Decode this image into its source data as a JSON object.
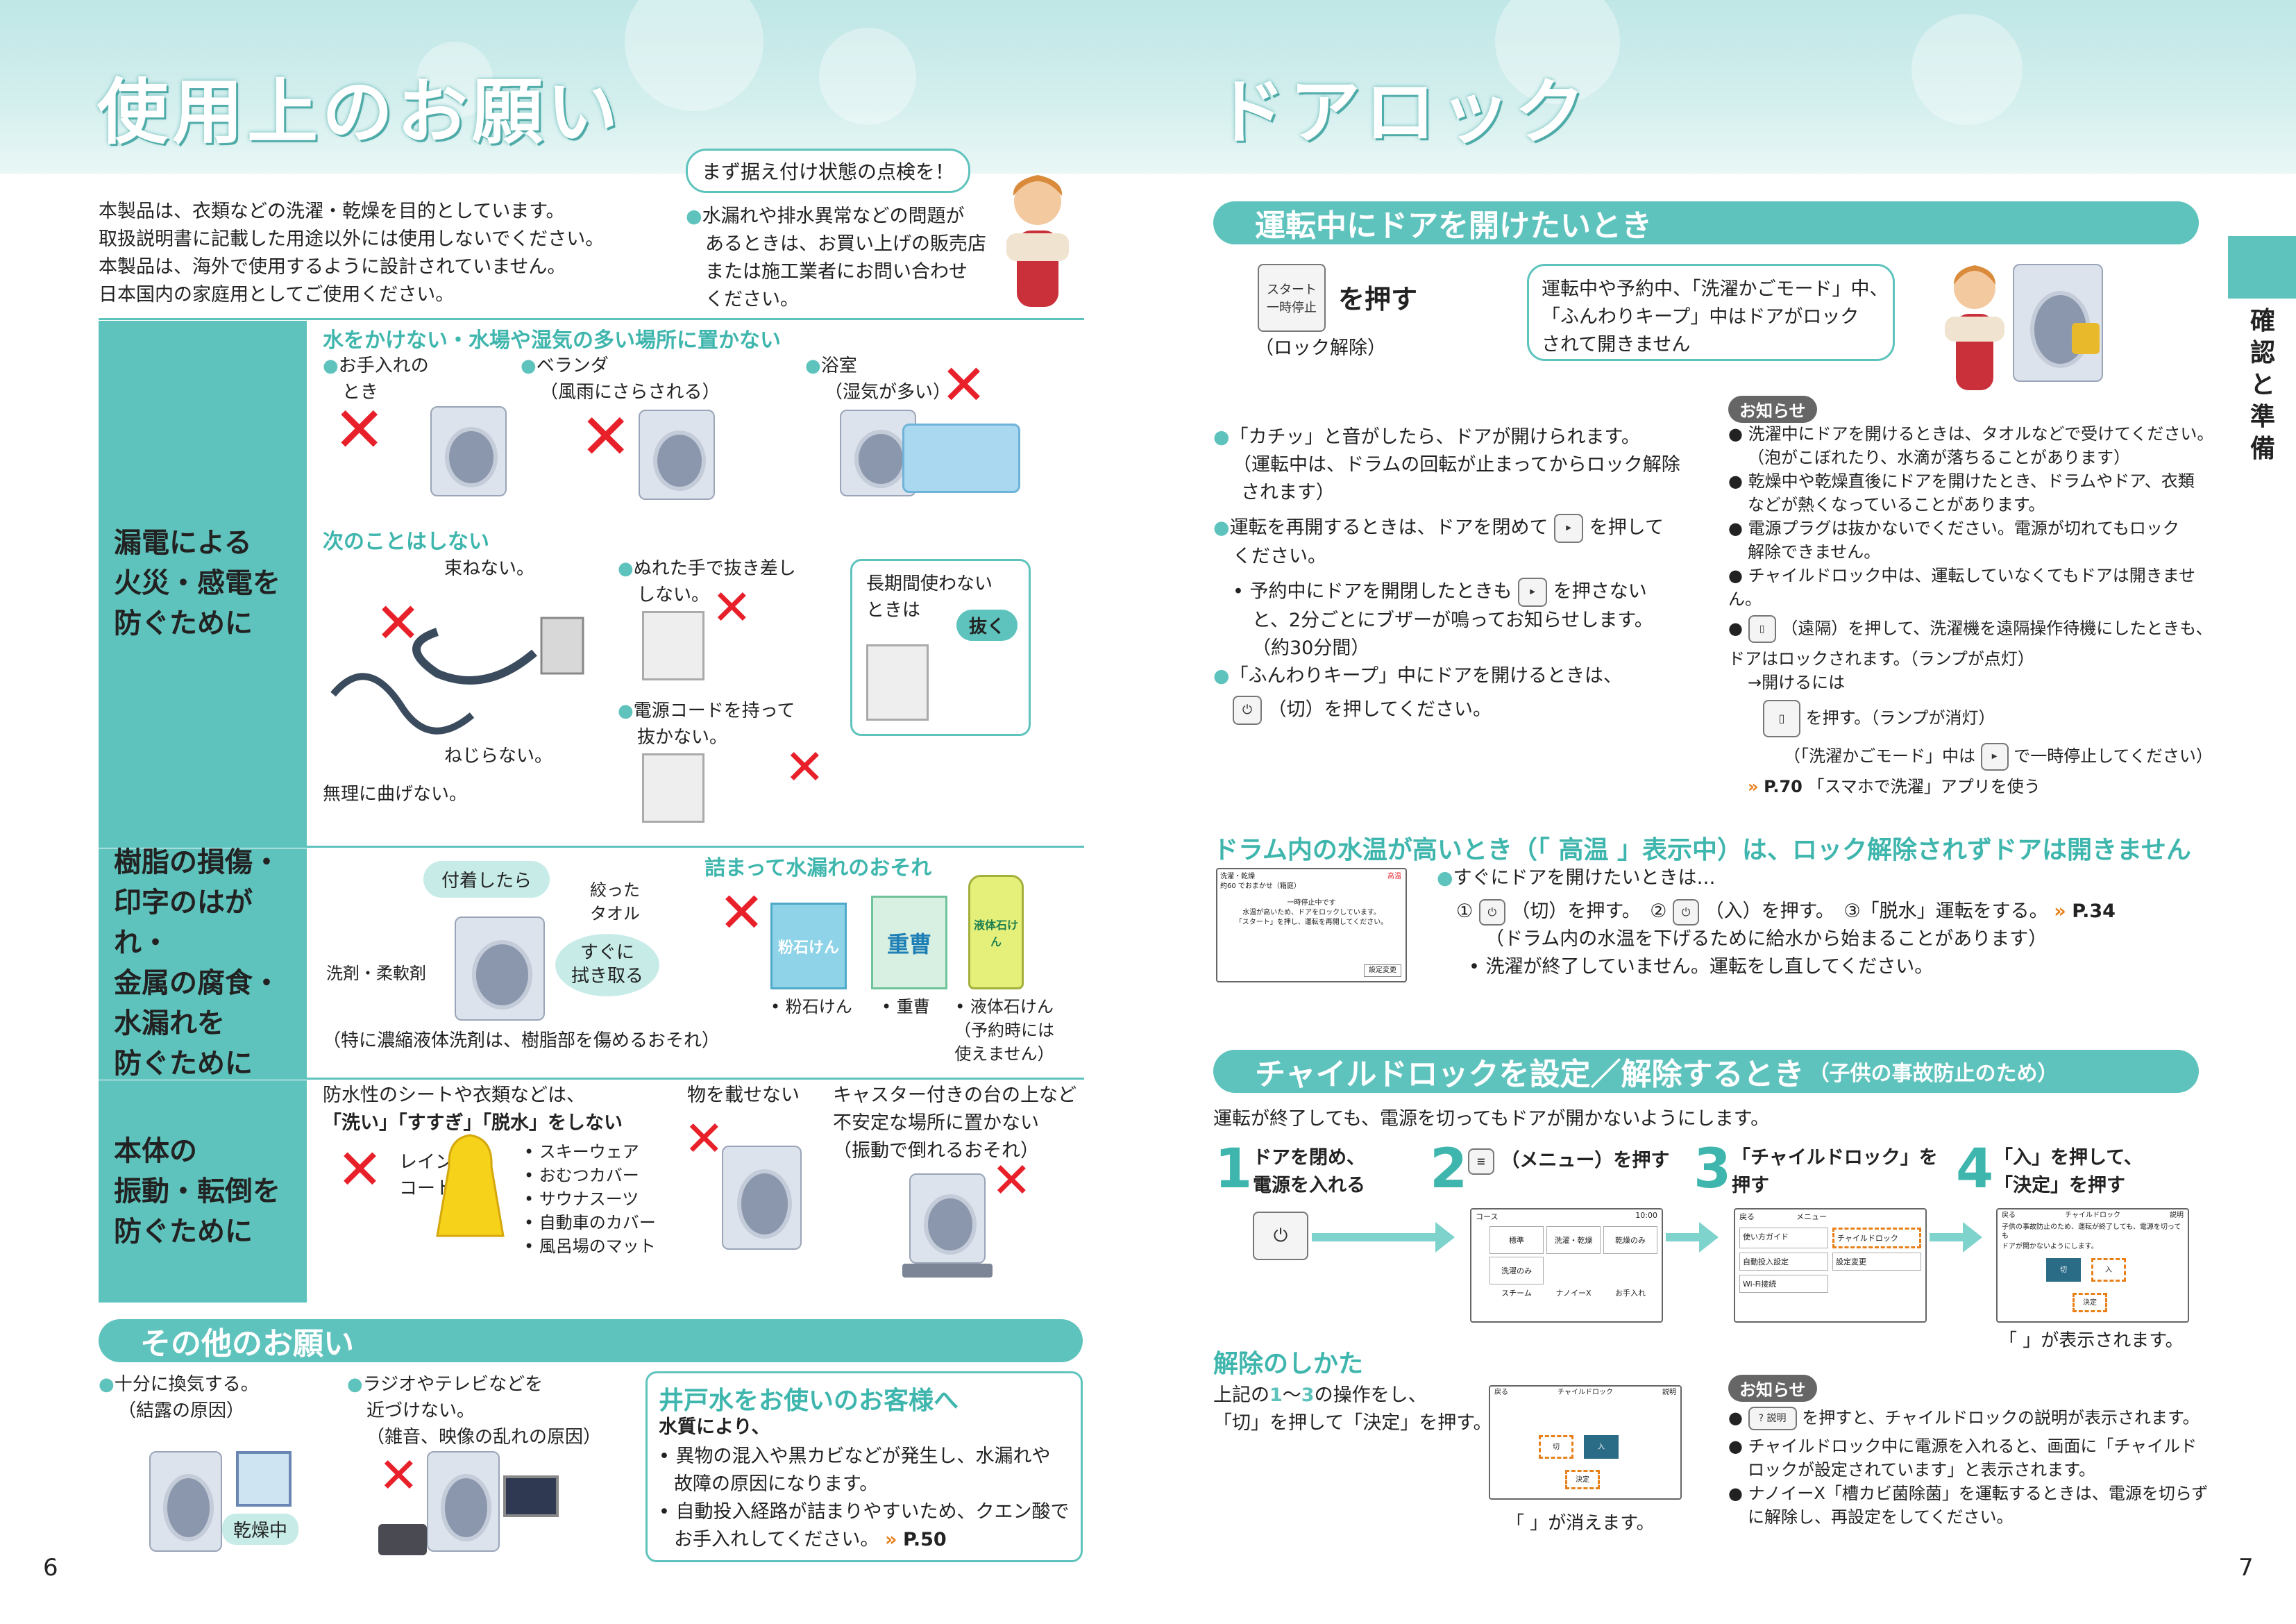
{
  "left": {
    "title": "使用上のお願い",
    "intro": [
      "本製品は、衣類などの洗濯・乾燥を目的としています。",
      "取扱説明書に記載した用途以外には使用しないでください。",
      "本製品は、海外で使用するように設計されていません。",
      "日本国内の家庭用としてご使用ください。"
    ],
    "bubble": "まず据え付け状態の点検を！",
    "install_note": [
      "水漏れや排水異常などの問題が",
      "あるときは、お買い上げの販売店",
      "または施工業者にお問い合わせ",
      "ください。"
    ],
    "row1_label": [
      "漏電による",
      "火災・感電を",
      "防ぐために"
    ],
    "row1_h1": "水をかけない・水場や湿気の多い場所に置かない",
    "water1": [
      "お手入れの",
      "とき"
    ],
    "water2": [
      "ベランダ",
      "（風雨にさらされる）"
    ],
    "water3": [
      "浴室",
      "（湿気が多い）"
    ],
    "row1_h2": "次のことはしない",
    "no_bundle": "束ねない。",
    "no_twist": "ねじらない。",
    "no_bend": "無理に曲げない。",
    "wet_hand": [
      "ぬれた手で抜き差し",
      "しない。"
    ],
    "cord_pull": [
      "電源コードを持って",
      "抜かない。"
    ],
    "unplug_box": [
      "長期間使わない",
      "ときは"
    ],
    "unplug": "抜く",
    "row2_label": [
      "樹脂の損傷・",
      "印字のはがれ・",
      "金属の腐食・",
      "水漏れを",
      "防ぐために"
    ],
    "attached": "付着したら",
    "towel": [
      "絞った",
      "タオル"
    ],
    "wipe": [
      "すぐに",
      "拭き取る"
    ],
    "detergent": "洗剤・柔軟剤",
    "row2_note": "（特に濃縮液体洗剤は、樹脂部を傷めるおそれ）",
    "clog": "詰まって水漏れのおそれ",
    "soap1": "• 粉石けん",
    "soap2": "• 重曹",
    "soap3": [
      "• 液体石けん",
      "（予約時には",
      "使えません）"
    ],
    "pkg1": "粉石けん",
    "pkg2": "重曹",
    "pkg3": "液体石けん",
    "row3_label": [
      "本体の",
      "振動・転倒を",
      "防ぐために"
    ],
    "waterproof": [
      "防水性のシートや衣類などは、",
      "「洗い」「すすぎ」「脱水」をしない"
    ],
    "raincoat": [
      "レイン",
      "コート"
    ],
    "items": [
      "• スキーウェア",
      "• おむつカバー",
      "• サウナスーツ",
      "• 自動車のカバー",
      "• 風呂場のマット"
    ],
    "no_load": "物を載せない",
    "caster": [
      "キャスター付きの台の上など",
      "不安定な場所に置かない",
      "（振動で倒れるおそれ）"
    ],
    "other_title": "その他のお願い",
    "vent": [
      "十分に換気する。",
      "（結露の原因）"
    ],
    "dry": "乾燥中",
    "radio": [
      "ラジオやテレビなどを",
      "近づけない。",
      "（雑音、映像の乱れの原因）"
    ],
    "well_title": "井戸水をお使いのお客様へ",
    "well_sub": "水質により、",
    "well1": [
      "• 異物の混入や黒カビなどが発生し、水漏れや",
      "故障の原因になります。"
    ],
    "well2": [
      "• 自動投入経路が詰まりやすいため、クエン酸で",
      "お手入れしてください。"
    ],
    "well_ref": "P.50",
    "page": "6"
  },
  "right": {
    "title": "ドアロック",
    "sec1": "運転中にドアを開けたいとき",
    "start_btn": [
      "スタート",
      "一時停止"
    ],
    "push": "を押す",
    "unlock": "（ロック解除）",
    "lock_bubble": [
      "運転中や予約中、「洗濯かごモード」中、",
      "「ふんわりキープ」中はドアがロック",
      "されて開きません"
    ],
    "p1": [
      "「カチッ」と音がしたら、ドアが開けられます。",
      "（運転中は、ドラムの回転が止まってからロック解除",
      "されます）"
    ],
    "p2": [
      "運転を再開するときは、ドアを閉めて",
      "を押して",
      "ください。"
    ],
    "p3": [
      "• 予約中にドアを開閉したときも",
      "を押さない",
      "と、2分ごとにブザーが鳴ってお知らせします。",
      "（約30分間）"
    ],
    "p4": [
      "「ふんわりキープ」中にドアを開けるときは、",
      "（切）を押してください。"
    ],
    "notice": "お知らせ",
    "n1": [
      "洗濯中にドアを開けるときは、タオルなどで受けてください。",
      "（泡がこぼれたり、水滴が落ちることがあります）"
    ],
    "n2": [
      "乾燥中や乾燥直後にドアを開けたとき、ドラムやドア、衣類",
      "などが熱くなっていることがあります。"
    ],
    "n3": [
      "電源プラグは抜かないでください。電源が切れてもロック",
      "解除できません。"
    ],
    "n4": "チャイルドロック中は、運転していなくてもドアは開きません。",
    "n5": [
      "（遠隔）を押して、洗濯機を遠隔操作待機にしたときも、",
      "ドアはロックされます。（ランプが点灯）"
    ],
    "n6": "→開けるには",
    "n7": "を押す。（ランプが消灯）",
    "n8": [
      "（「洗濯かごモード」中は",
      "で一時停止してください）"
    ],
    "n9_ref": "P.70",
    "n9": "「スマホで洗濯」アプリを使う",
    "sec2": "ドラム内の水温が高いとき（「 高温 」表示中）は、ロック解除されずドアは開きません",
    "s2a": "すぐにドアを開けたいときは…",
    "s2b": [
      "①",
      "（切）を押す。",
      "②",
      "（入）を押す。",
      "③「脱水」運転をする。"
    ],
    "s2b_ref": "P.34",
    "s2c": "（ドラム内の水温を下げるために給水から始まることがあります）",
    "s2d": "• 洗濯が終了していません。運転をし直してください。",
    "scr1": [
      "洗濯・乾燥",
      "約60 でおまかせ（箱庭）",
      "一時停止中です",
      "水温が高いため、ドアをロックしています。",
      "「スタート」を押し、運転を再開してください。",
      "設定変更",
      "高温"
    ],
    "sec3": "チャイルドロックを設定／解除するとき",
    "sec3_small": "（子供の事故防止のため）",
    "s3_intro": "運転が終了しても、電源を切ってもドアが開かないようにします。",
    "step1": [
      "ドアを閉め、",
      "電源を入れる"
    ],
    "step2": "（メニュー）を押す",
    "step3": [
      "「チャイルドロック」を",
      "押す"
    ],
    "step4": [
      "「入」を押して、",
      "「決定」を押す"
    ],
    "step_nums": [
      "1",
      "2",
      "3",
      "4"
    ],
    "scr2": [
      "コース",
      "10:00",
      "標準",
      "洗濯・乾燥",
      "乾燥のみ",
      "洗濯のみ",
      "スチーム",
      "ナノイーX",
      "お手入れ"
    ],
    "scr3": [
      "戻る",
      "メニュー",
      "使い方ガイド",
      "チャイルドロック",
      "自動投入設定",
      "設定変更",
      "Wi-Fi接続"
    ],
    "scr4": [
      "戻る",
      "チャイルドロック",
      "説明",
      "子供の事故防止のため、運転が終了しても、電源を切っても",
      "ドアが開かないようにします。",
      "切",
      "入",
      "決定"
    ],
    "shown": "「 」が表示されます。",
    "release_title": "解除のしかた",
    "release": [
      "上記の",
      "1",
      "～",
      "3",
      "の操作をし、",
      "「切」を押して「決定」を押す。"
    ],
    "gone": "「 」が消えます。",
    "notice2": "お知らせ",
    "m1": "を押すと、チャイルドロックの説明が表示されます。",
    "m2": [
      "チャイルドロック中に電源を入れると、画面に「チャイルド",
      "ロックが設定されています」と表示されます。"
    ],
    "m3": [
      "ナノイーX「槽カビ菌除菌」を運転するときは、電源を切らず",
      "に解除し、再設定をしてください。"
    ],
    "side_tab": [
      "確",
      "認",
      "と",
      "準",
      "備"
    ],
    "page": "7"
  },
  "colors": {
    "teal": "#5fc3bd",
    "red": "#e8202a",
    "orange": "#e8801a"
  }
}
